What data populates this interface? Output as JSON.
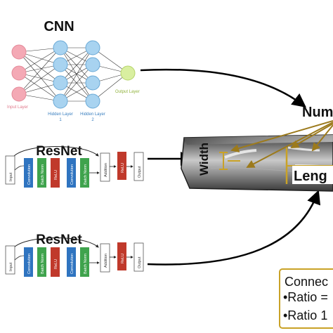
{
  "cnn": {
    "title": "CNN",
    "input_layer": "Input Layer",
    "hidden_layer_label": "Hidden Layer",
    "hidden_layer_1_num": "1",
    "hidden_layer_2_num": "2",
    "output_layer": "Output Layer"
  },
  "resnet_blocks": [
    {
      "title": "ResNet",
      "input": "Input",
      "convolution_1": "Convolution",
      "batch_norm_1": "Batch Norm",
      "relu_1": "ReLU",
      "convolution_2": "Convolution",
      "batch_norm_2": "Batch Norm",
      "addition": "Addition",
      "relu_2": "ReLU",
      "output": "Output"
    },
    {
      "title": "ResNet",
      "input": "Input",
      "convolution_1": "Convolution",
      "batch_norm_1": "Batch Norm",
      "relu_1": "ReLU",
      "convolution_2": "Convolution",
      "batch_norm_2": "Batch Norm",
      "addition": "Addition",
      "relu_2": "ReLU",
      "output": "Output"
    }
  ],
  "specimen": {
    "width_label": "Width",
    "length_label": "Leng",
    "number_label": "Num"
  },
  "legend": {
    "title": "Connec",
    "items": [
      "•Ratio =",
      "•Ratio 1"
    ]
  },
  "colors": {
    "input_node": "#f4a9b5",
    "hidden_node": "#a8d3f0",
    "output_node": "#d9efa0",
    "conv_block": "#2f74c0",
    "batchnorm_block": "#3fa34d",
    "relu_block": "#c0392b",
    "annotation_gold": "#9c7a1c",
    "legend_border": "#c9a227"
  }
}
